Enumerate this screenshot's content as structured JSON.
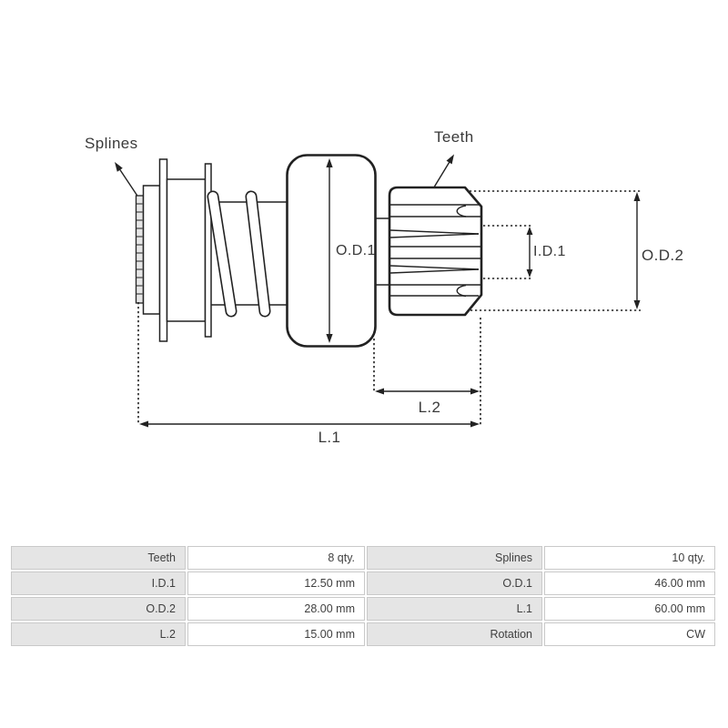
{
  "diagram": {
    "labels": {
      "splines": "Splines",
      "teeth": "Teeth",
      "od1": "O.D.1",
      "id1": "I.D.1",
      "od2": "O.D.2",
      "l2": "L.2",
      "l1": "L.1"
    },
    "line_color": "#222222"
  },
  "spec_table": {
    "rows": [
      {
        "label1": "Teeth",
        "value1": "8 qty.",
        "label2": "Splines",
        "value2": "10 qty."
      },
      {
        "label1": "I.D.1",
        "value1": "12.50 mm",
        "label2": "O.D.1",
        "value2": "46.00 mm"
      },
      {
        "label1": "O.D.2",
        "value1": "28.00 mm",
        "label2": "L.1",
        "value2": "60.00 mm"
      },
      {
        "label1": "L.2",
        "value1": "15.00 mm",
        "label2": "Rotation",
        "value2": "CW"
      }
    ],
    "label_bg": "#e5e5e5",
    "value_bg": "#ffffff",
    "border_color": "#c9c9c9"
  }
}
